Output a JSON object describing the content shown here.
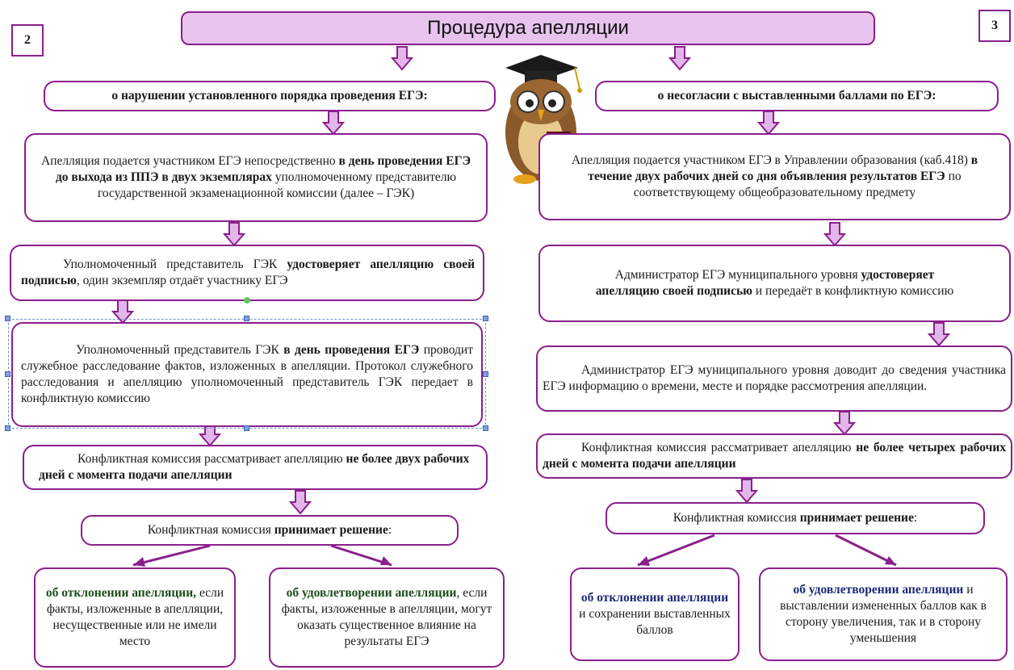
{
  "page": {
    "title": "Процедура апелляции",
    "num_left": "2",
    "num_right": "3"
  },
  "left": {
    "header": "о нарушении установленного порядка проведения ЕГЭ:",
    "b1": {
      "p1": "Апелляция подается участником ЕГЭ непосредственно ",
      "p1b": "в день проведения ЕГЭ до выхода из ППЭ в двух экземплярах",
      "p2": " уполномоченному представителю государственной экзаменационной комиссии (далее – ГЭК)"
    },
    "b2": {
      "p1": "Уполномоченный представитель ГЭК ",
      "p1b": "удостоверяет апелляцию своей подписью",
      "p2": ", один экземпляр отдаёт участнику ЕГЭ"
    },
    "b3": {
      "p1": "Уполномоченный представитель ГЭК ",
      "p1b": "в день проведения ЕГЭ",
      "p2": " проводит служебное расследование фактов, изложенных в апелляции. Протокол служебного расследования и апелляцию уполномоченный представитель ГЭК передает в конфликтную комиссию"
    },
    "b4": {
      "p1": "Конфликтная комиссия рассматривает апелляцию ",
      "p1b": "не более двух рабочих дней с момента подачи апелляции"
    },
    "b5": {
      "p1": "Конфликтная комиссия ",
      "p1b": "принимает решение",
      "p2": ":"
    },
    "reject": {
      "bold": "об отклонении апелляции,",
      "rest": " если факты, изложенные в апелляции, несущественные или не имели место"
    },
    "accept": {
      "bold": "об удовлетворении апелляции",
      "rest": ", если факты, изложенные в апелляции, могут оказать существенное влияние на результаты ЕГЭ"
    }
  },
  "right": {
    "header": "о несогласии с выставленными баллами по ЕГЭ:",
    "b1": {
      "p1": "Апелляция подается участником ЕГЭ в Управлении образования (каб.418) ",
      "p1b": "в течение двух рабочих дней со дня объявления результатов ЕГЭ",
      "p2": " по соответствующему общеобразовательному предмету"
    },
    "b2": {
      "p1": "Администратор ЕГЭ муниципального уровня ",
      "p1b": "удостоверяет апелляцию своей подписью",
      "p2": " и передаёт в конфликтную комиссию"
    },
    "b3": {
      "p1": "Администратор ЕГЭ муниципального уровня доводит до сведения участника ЕГЭ информацию о времени, месте и порядке рассмотрения апелляции."
    },
    "b4": {
      "p1": "Конфликтная комиссия рассматривает апелляцию ",
      "p1b": "не более четырех рабочих дней с момента подачи апелляции"
    },
    "b5": {
      "p1": "Конфликтная комиссия ",
      "p1b": "принимает решение",
      "p2": ":"
    },
    "reject": {
      "bold": "об отклонении апелляции",
      "rest": " и сохранении выставленных баллов"
    },
    "accept": {
      "bold": "об удовлетворении апелляции",
      "rest": " и выставлении измененных баллов как в сторону увеличения, так и в сторону уменьшения"
    }
  },
  "colors": {
    "border": "#8a1f8c",
    "title_fill": "#e7c3ee",
    "arrow_fill": "#e2b6ea",
    "navy_text": "#1d2a7a",
    "green_text": "#1b4d1b"
  },
  "icons": [
    "owl-scholar-icon",
    "down-arrow-icon"
  ]
}
